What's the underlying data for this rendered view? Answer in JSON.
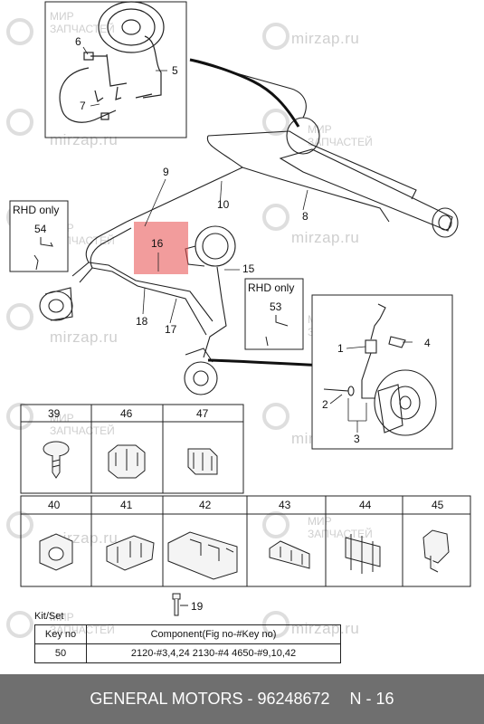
{
  "watermark": {
    "line1": "МИР",
    "line2": "ЗАПЧАСТЕЙ",
    "site": "mirzap.ru"
  },
  "callouts": {
    "c1": "1",
    "c2": "2",
    "c3": "3",
    "c4": "4",
    "c5": "5",
    "c6": "6",
    "c7": "7",
    "c8": "8",
    "c9": "9",
    "c10": "10",
    "c15": "15",
    "c16": "16",
    "c17": "17",
    "c18": "18",
    "c19": "19",
    "c53": "53",
    "c54": "54"
  },
  "rhd_left": {
    "title": "RHD only",
    "num": "54"
  },
  "rhd_right": {
    "title": "RHD only",
    "num": "53"
  },
  "highlight_color": "#e84a4a",
  "parts_row1": [
    "39",
    "46",
    "47"
  ],
  "parts_row2": [
    "40",
    "41",
    "42",
    "43",
    "44",
    "45"
  ],
  "kit": {
    "title": "Kit/Set",
    "headers": [
      "Key no",
      "Component(Fig no-#Key no)"
    ],
    "rows": [
      [
        "50",
        "2120-#3,4,24  2130-#4  4650-#9,10,42"
      ]
    ]
  },
  "footer": {
    "brand": "GENERAL MOTORS - 96248672",
    "page": "N - 16"
  }
}
